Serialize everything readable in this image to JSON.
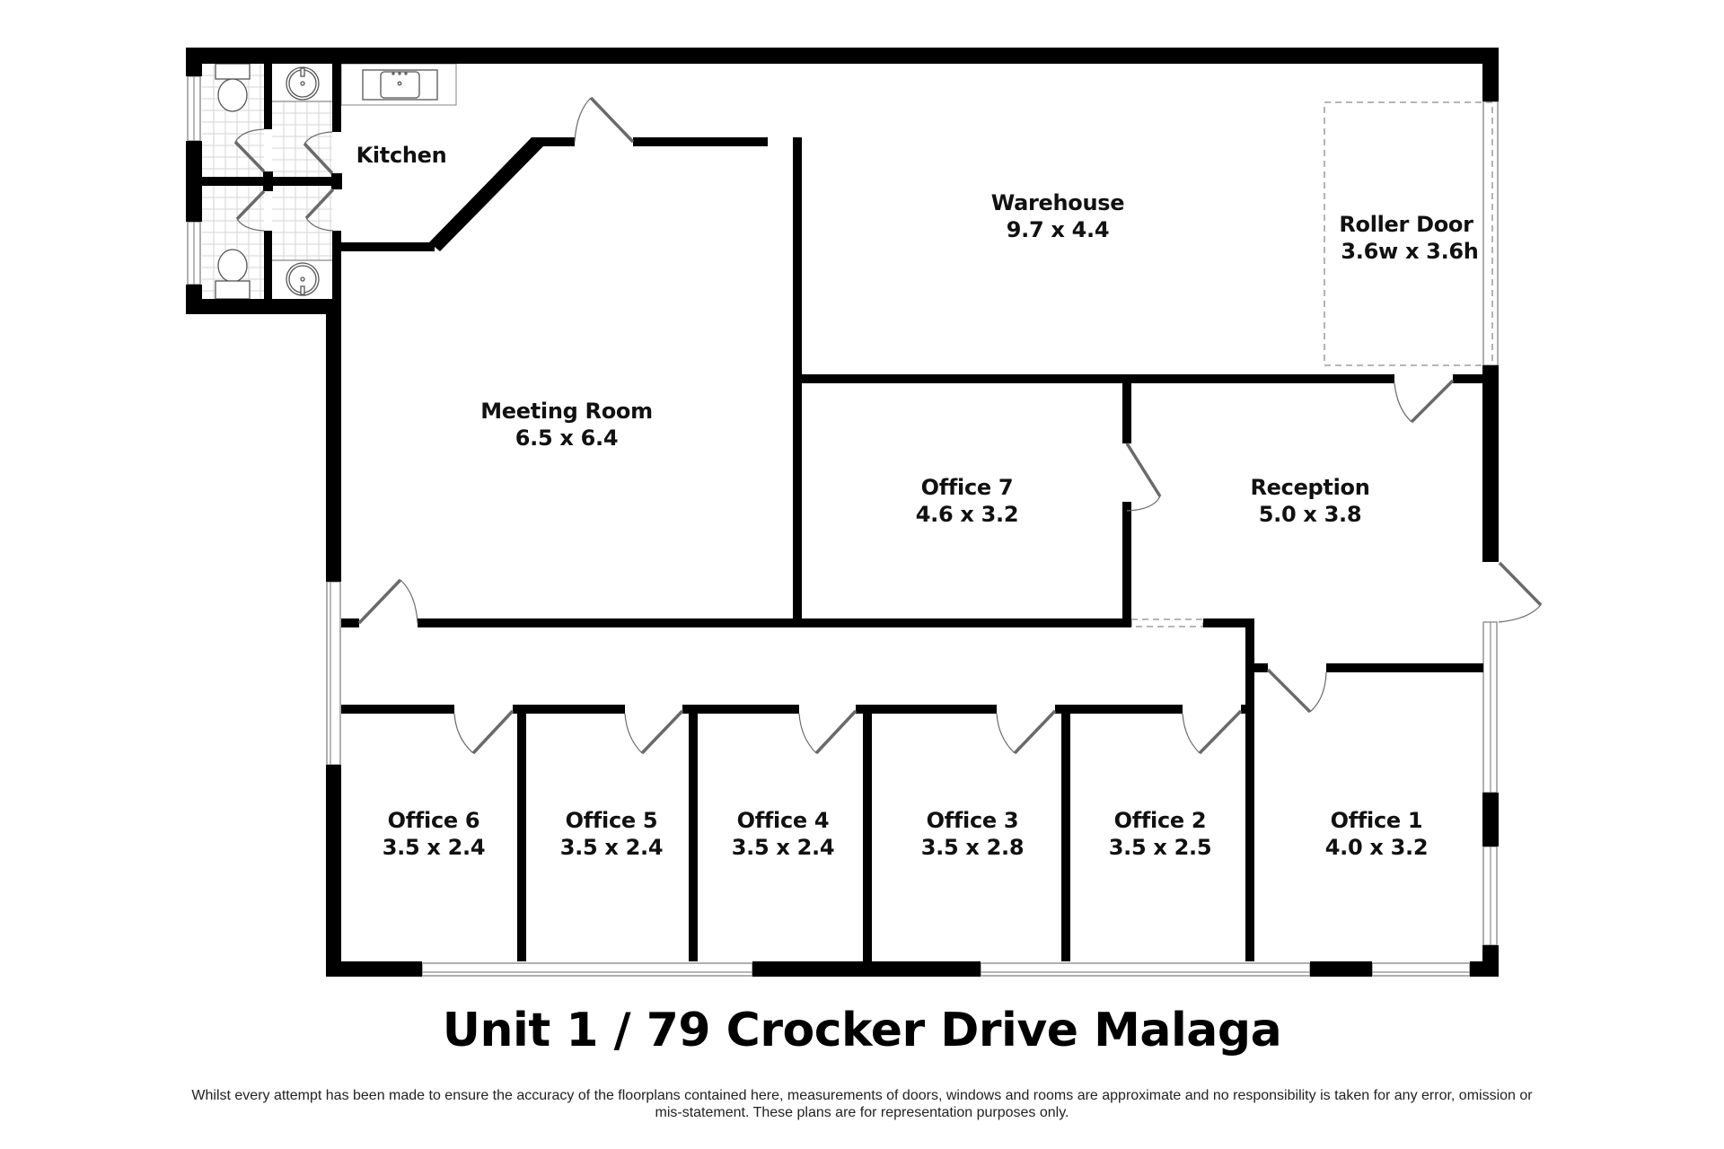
{
  "title": "Unit 1 / 79 Crocker Drive Malaga",
  "disclaimer": "Whilst every attempt has been made to ensure the accuracy of the floorplans contained here, measurements of doors, windows and rooms are approximate and no responsibility is taken for any error, omission or mis-statement. These plans are for representation purposes only.",
  "rooms": {
    "kitchen": {
      "name": "Kitchen",
      "dim": ""
    },
    "warehouse": {
      "name": "Warehouse",
      "dim": "9.7 x 4.4"
    },
    "roller_door": {
      "name": "Roller Door",
      "dim": "3.6w x 3.6h"
    },
    "meeting_room": {
      "name": "Meeting Room",
      "dim": "6.5 x 6.4"
    },
    "office7": {
      "name": "Office 7",
      "dim": "4.6 x 3.2"
    },
    "reception": {
      "name": "Reception",
      "dim": "5.0 x 3.8"
    },
    "office6": {
      "name": "Office 6",
      "dim": "3.5 x 2.4"
    },
    "office5": {
      "name": "Office 5",
      "dim": "3.5 x 2.4"
    },
    "office4": {
      "name": "Office 4",
      "dim": "3.5 x 2.4"
    },
    "office3": {
      "name": "Office 3",
      "dim": "3.5 x 2.8"
    },
    "office2": {
      "name": "Office 2",
      "dim": "3.5 x 2.5"
    },
    "office1": {
      "name": "Office 1",
      "dim": "4.0 x 3.2"
    }
  },
  "fixtures": [
    "toilet-icon",
    "toilet-icon",
    "basin-icon",
    "basin-icon",
    "kitchen-sink-icon"
  ]
}
